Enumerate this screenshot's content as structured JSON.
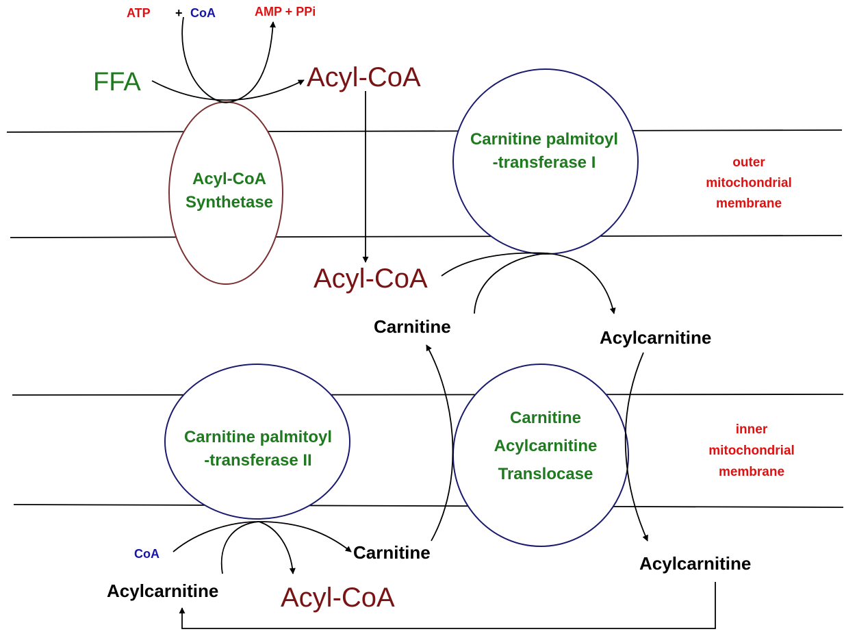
{
  "colors": {
    "dark_red": "#7a1414",
    "green": "#1f7a1f",
    "red": "#e01010",
    "blue": "#1515a8",
    "black": "#000000",
    "ellipse_brown": "#7a3030",
    "circle_navy": "#1a1a6e"
  },
  "top_reaction": {
    "atp": "ATP",
    "plus1": "+",
    "coa": "CoA",
    "amp_ppi": "AMP + PPi",
    "ffa": "FFA",
    "acyl_coa": "Acyl-CoA"
  },
  "enzymes": {
    "acyl_coa_synthetase": [
      "Acyl-CoA",
      "Synthetase"
    ],
    "cpt1": [
      "Carnitine palmitoyl",
      "-transferase I"
    ],
    "translocase": [
      "Carnitine",
      "Acylcarnitine",
      "Translocase"
    ],
    "cpt2": [
      "Carnitine palmitoyl",
      "-transferase II"
    ]
  },
  "intermembrane": {
    "acyl_coa": "Acyl-CoA",
    "carnitine": "Carnitine",
    "acylcarnitine": "Acylcarnitine"
  },
  "outer_membrane_label": [
    "outer",
    "mitochondrial",
    "membrane"
  ],
  "inner_membrane_label": [
    "inner",
    "mitochondrial",
    "membrane"
  ],
  "matrix": {
    "coa": "CoA",
    "acylcarnitine_left": "Acylcarnitine",
    "acyl_coa": "Acyl-CoA",
    "carnitine": "Carnitine",
    "acylcarnitine_right": "Acylcarnitine"
  }
}
